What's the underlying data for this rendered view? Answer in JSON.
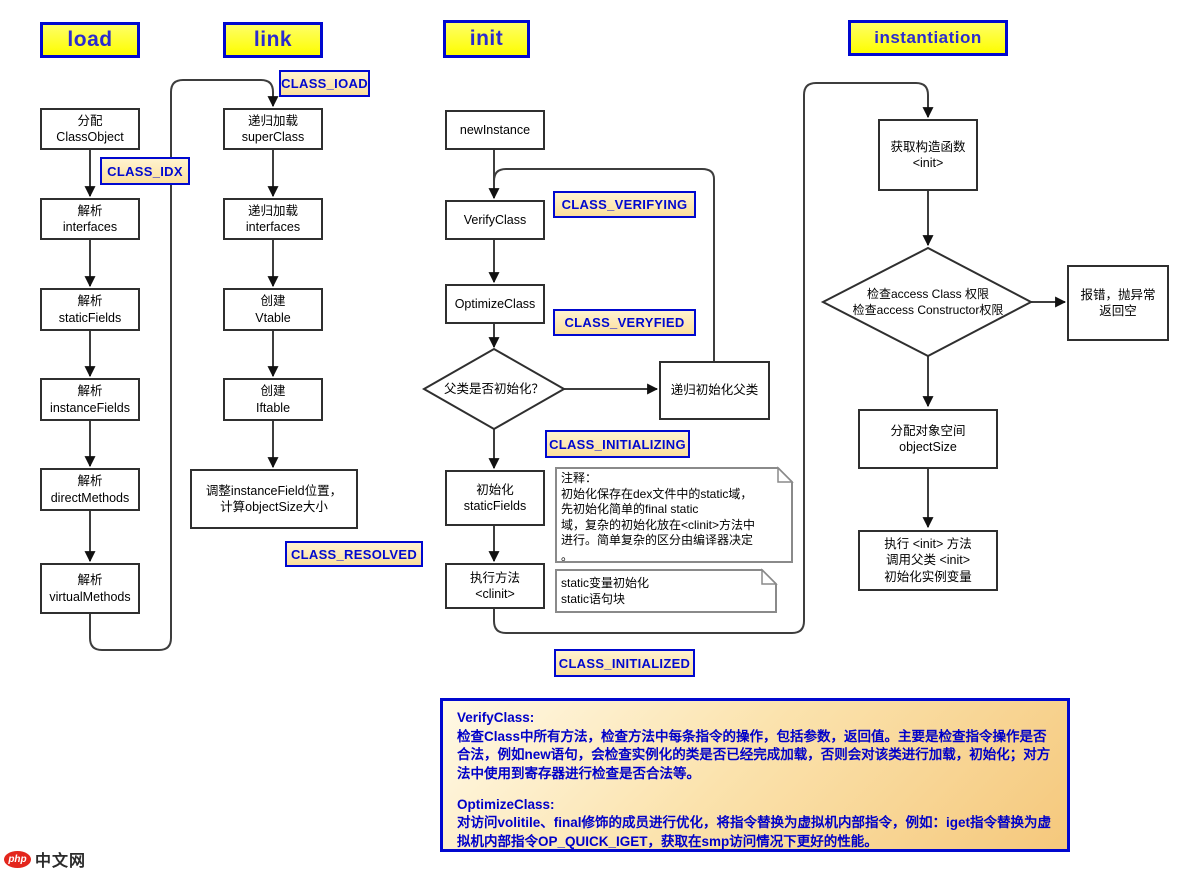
{
  "phases": {
    "load": "load",
    "link": "link",
    "init": "init",
    "instantiation": "instantiation"
  },
  "load_col": {
    "alloc": "分配\nClassObject",
    "interfaces": "解析\ninterfaces",
    "static_fields": "解析\nstaticFields",
    "instance_fields": "解析\ninstanceFields",
    "direct_methods": "解析\ndirectMethods",
    "virtual_methods": "解析\nvirtualMethods"
  },
  "link_col": {
    "super_class": "递归加载\nsuperClass",
    "interfaces": "递归加载\ninterfaces",
    "vtable": "创建\nVtable",
    "iftable": "创建\nIftable",
    "adjust": "调整instanceField位置，\n计算objectSize大小"
  },
  "init_col": {
    "new_instance": "newInstance",
    "verify_class": "VerifyClass",
    "optimize_class": "OptimizeClass",
    "super_decision": "父类是否初始化？",
    "recursive_init_super": "递归初始化父类",
    "init_static_fields": "初始化\nstaticFields",
    "run_clinit": "执行方法\n<clinit>"
  },
  "inst_col": {
    "get_constructor": "获取构造函数\n<init>",
    "access_decision": "检查access Class 权限\n检查access Constructor权限",
    "error_box": "报错，抛异常\n返回空",
    "alloc_space": "分配对象空间\nobjectSize",
    "run_init": "执行 <init> 方法\n调用父类 <init>\n初始化实例变量"
  },
  "labels": {
    "class_ioad": "CLASS_IOAD",
    "class_idx": "CLASS_IDX",
    "class_resolved": "CLASS_RESOLVED",
    "class_verifying": "CLASS_VERIFYING",
    "class_veryfied": "CLASS_VERYFIED",
    "class_initializing": "CLASS_INITIALIZING",
    "class_initialized": "CLASS_INITIALIZED"
  },
  "notes": {
    "clinit_note": "注释：\n初始化保存在dex文件中的static域，\n先初始化简单的final static\n域，复杂的初始化放在<clinit>方法中\n进行。简单复杂的区分由编译器决定\n。",
    "static_note": "static变量初始化\nstatic语句块"
  },
  "footer": {
    "verify_title": "VerifyClass:",
    "verify_body": "检查Class中所有方法，检查方法中每条指令的操作，包括参数，返回值。主要是检查指令操作是否合法，例如new语句，会检查实例化的类是否已经完成加载，否则会对该类进行加载，初始化；对方法中使用到寄存器进行检查是否合法等。",
    "optimize_title": "OptimizeClass:",
    "optimize_body": "对访问volitile、final修饰的成员进行优化，将指令替换为虚拟机内部指令，例如：iget指令替换为虚拟机内部指令OP_QUICK_IGET，获取在smp访问情况下更好的性能。"
  },
  "logo": {
    "brand": "php",
    "suffix": "中文网"
  },
  "colors": {
    "phase_bg": "#FFFF00",
    "phase_border": "#0008CF",
    "phase_text": "#2B2BD0",
    "state_label_bg": "#FBE3A8",
    "state_label_border": "#0008CF",
    "state_label_text": "#0008CF",
    "flow_box_border": "#2F2F2F",
    "connector": "#3D3D3D",
    "note_border": "#8A8A8A",
    "footer_bg": "#F8D694",
    "footer_text": "#0000C8",
    "logo_red": "#E3261D"
  }
}
